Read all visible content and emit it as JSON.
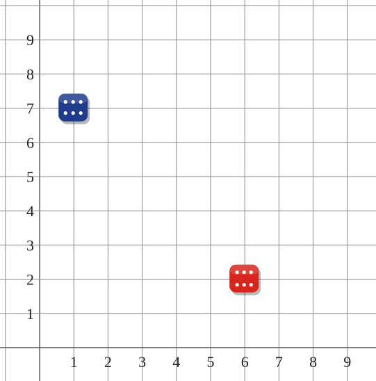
{
  "chart_data": {
    "type": "scatter",
    "x_ticks": [
      "1",
      "2",
      "3",
      "4",
      "5",
      "6",
      "7",
      "8",
      "9"
    ],
    "y_ticks": [
      "1",
      "2",
      "3",
      "4",
      "5",
      "6",
      "7",
      "8",
      "9"
    ],
    "xlim": [
      -1,
      10
    ],
    "ylim": [
      -1,
      10
    ],
    "grid": true,
    "points": [
      {
        "label": "blue-die",
        "x": 1,
        "y": 7,
        "color": "#1f3b8c",
        "pip_color": "#ffffff"
      },
      {
        "label": "red-die",
        "x": 6,
        "y": 2,
        "color": "#d8261c",
        "pip_color": "#ffffff"
      }
    ]
  },
  "colors": {
    "grid": "#8a8a8a",
    "axis": "#555555",
    "text": "#222222"
  }
}
